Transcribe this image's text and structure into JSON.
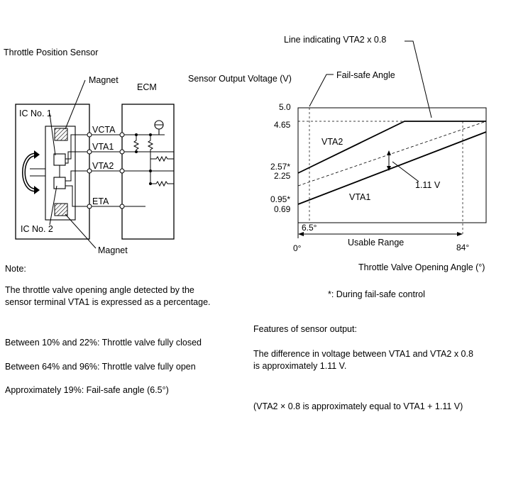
{
  "circuit": {
    "title": "Throttle Position Sensor",
    "ecm_label": "ECM",
    "magnet_top": "Magnet",
    "magnet_bottom": "Magnet",
    "ic1": "IC No. 1",
    "ic2": "IC No. 2",
    "terminals": [
      "VCTA",
      "VTA1",
      "VTA2",
      "ETA"
    ]
  },
  "graph": {
    "annotation_line": "Line indicating VTA2 x 0.8",
    "y_axis_title": "Sensor Output Voltage (V)",
    "failsafe_label": "Fail-safe Angle",
    "y_ticks": [
      "5.0",
      "4.65",
      "2.57*",
      "2.25",
      "0.95*",
      "0.69"
    ],
    "series_labels": {
      "vta2": "VTA2",
      "vta1": "VTA1"
    },
    "delta_label": "1.11 V",
    "angle_65": "6.5°",
    "angle_0": "0°",
    "angle_84": "84°",
    "usable_range": "Usable Range",
    "x_axis_title": "Throttle Valve Opening Angle (°)",
    "footnote": "*: During fail-safe control"
  },
  "notes": {
    "heading": "Note:",
    "p1_line1": "The throttle valve opening angle detected by the",
    "p1_line2": "sensor terminal VTA1 is expressed as a percentage.",
    "closed": "Between 10% and 22%: Throttle valve fully closed",
    "open": "Between 64% and 96%: Throttle valve fully open",
    "failsafe": "Approximately 19%: Fail-safe angle (6.5°)"
  },
  "features": {
    "heading": "Features of sensor output:",
    "line1": "The difference in voltage between VTA1 and VTA2 x 0.8",
    "line2": "is approximately 1.11 V.",
    "line3": "(VTA2 × 0.8 is approximately equal to VTA1 + 1.11 V)"
  }
}
